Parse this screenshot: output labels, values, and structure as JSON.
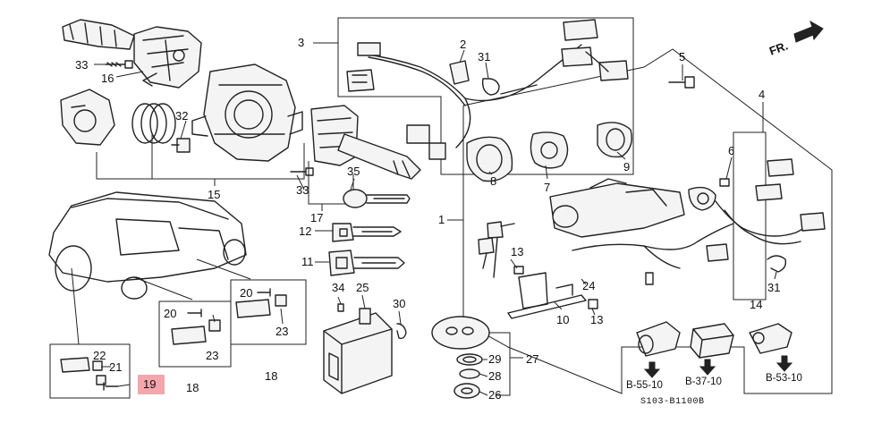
{
  "labels": {
    "p1": "1",
    "p2": "2",
    "p3": "3",
    "p4": "4",
    "p5": "5",
    "p6": "6",
    "p7": "7",
    "p8": "8",
    "p9": "9",
    "p10": "10",
    "p11": "11",
    "p12": "12",
    "p13a": "13",
    "p13b": "13",
    "p14": "14",
    "p15": "15",
    "p16": "16",
    "p17": "17",
    "p18a": "18",
    "p18b": "18",
    "p19": "19",
    "p20a": "20",
    "p20b": "20",
    "p21": "21",
    "p22": "22",
    "p23a": "23",
    "p23b": "23",
    "p24": "24",
    "p25": "25",
    "p26": "26",
    "p27": "27",
    "p28": "28",
    "p29": "29",
    "p30": "30",
    "p31a": "31",
    "p31b": "31",
    "p32": "32",
    "p33a": "33",
    "p33b": "33",
    "p34": "34",
    "p35": "35"
  },
  "refs": {
    "b55": "B-55-10",
    "b37": "B-37-10",
    "b53": "B-53-10"
  },
  "direction": "FR.",
  "diagram_code": "S103-B1100B",
  "highlight_color": "#f4a6ad"
}
